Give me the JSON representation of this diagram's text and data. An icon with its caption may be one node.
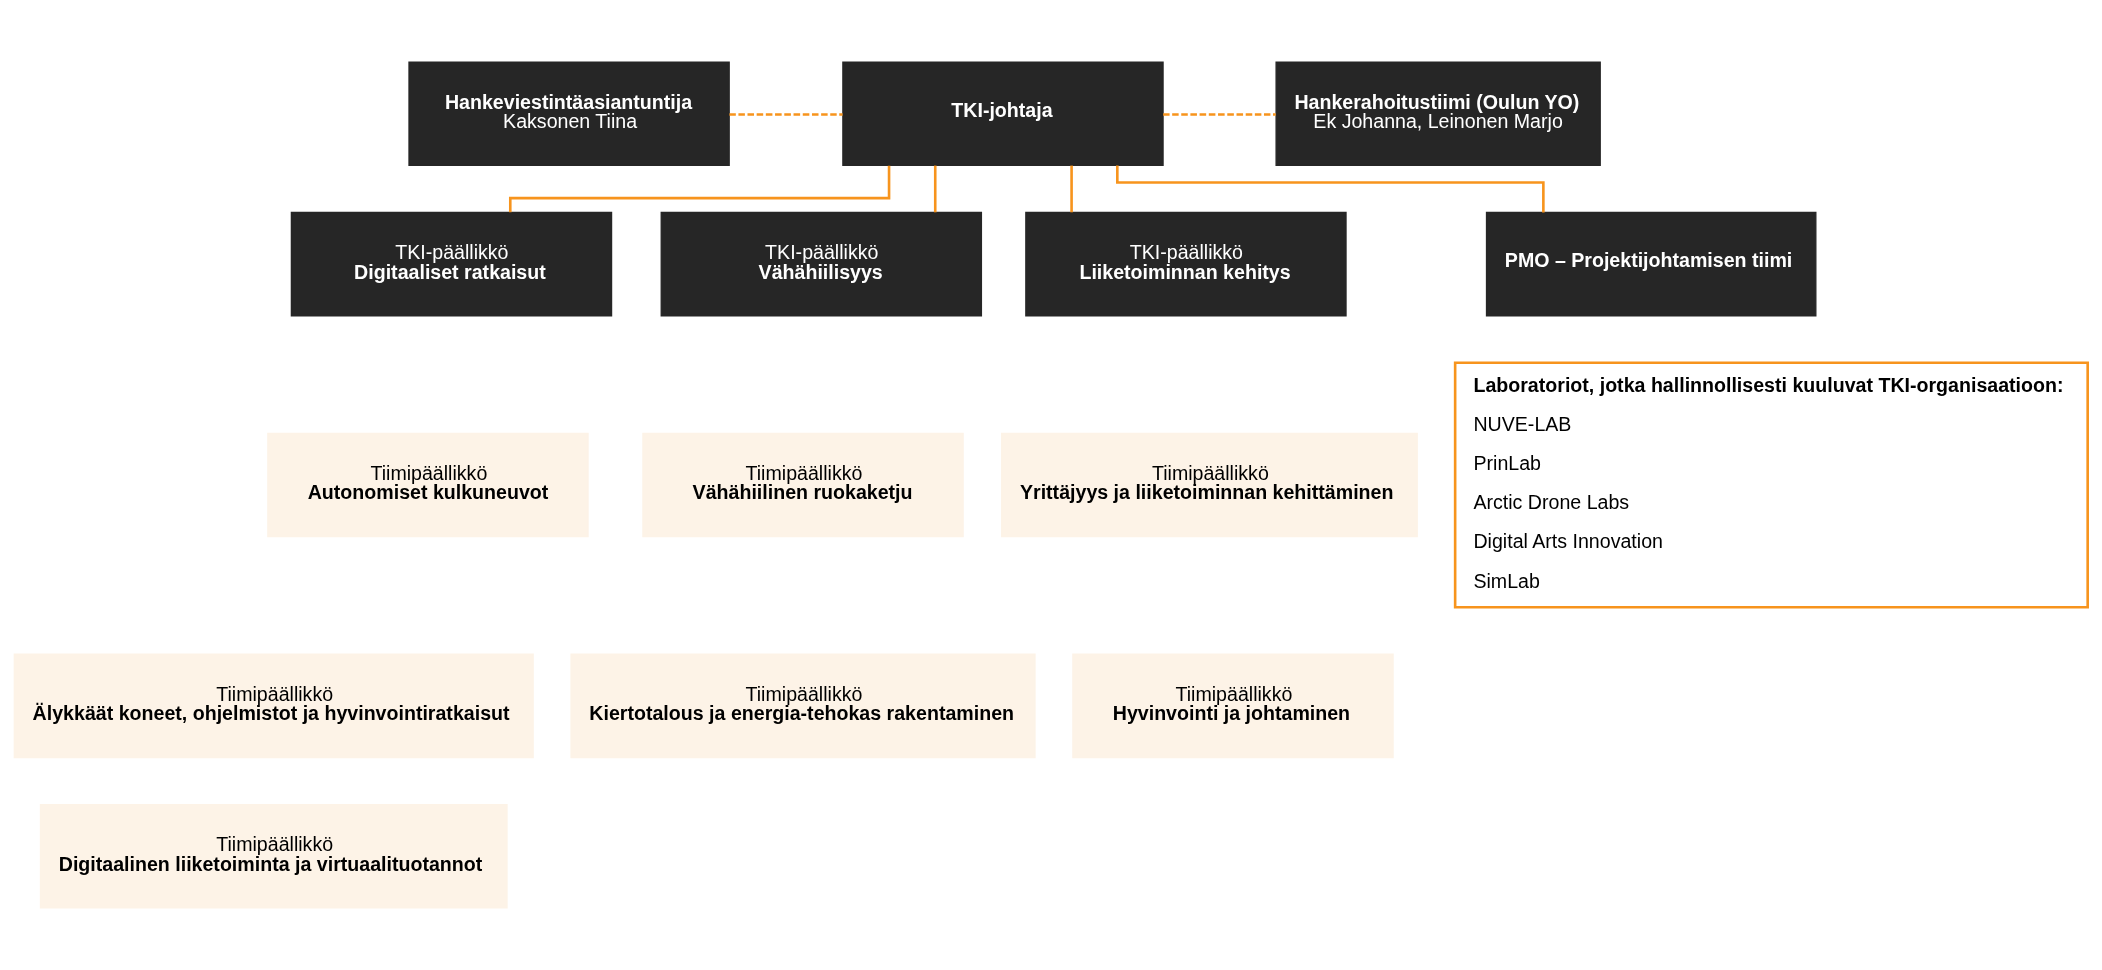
{
  "diagram": {
    "nodes": [
      {
        "text": [
          "Hankeviestintäasiantuntija",
          "Kaksonen Tiina"
        ]
      },
      {
        "text": [
          "TKI-johtaja"
        ]
      },
      {
        "text": [
          "Hankerahoitustiimi (Oulun YO)",
          "Ek Johanna, Leinonen Marjo"
        ]
      },
      {
        "text": [
          "TKI-päällikkö",
          "Digitaaliset ratkaisut"
        ]
      },
      {
        "text": [
          "TKI-päällikkö",
          "Vähähiilisyys"
        ]
      },
      {
        "text": [
          "TKI-päällikkö",
          "Liiketoiminnan kehitys"
        ]
      },
      {
        "text": [
          "PMO – Projektijohtamisen tiimi"
        ]
      },
      {
        "text": [
          "Tiimipäällikkö",
          "Autonomiset kulkuneuvot"
        ]
      },
      {
        "text": [
          "Tiimipäällikkö",
          "Älykkäät koneet, ohjelmistot ja hyvinvointiratkaisut"
        ]
      },
      {
        "text": [
          "Tiimipäällikkö",
          "Digitaalinen liiketoiminta ja virtuaalituotannot"
        ]
      },
      {
        "text": [
          "Tiimipäällikkö",
          "Vähähiilinen ruokaketju"
        ]
      },
      {
        "text": [
          "Tiimipäällikkö",
          "Kiertotalous ja energia-tehokas rakentaminen"
        ]
      },
      {
        "text": [
          "Tiimipäällikkö",
          "Yrittäjyys ja liiketoiminnan kehittäminen"
        ]
      },
      {
        "text": [
          "Tiimipäällikkö",
          "Hyvinvointi ja johtaminen"
        ]
      },
      {
        "text": [
          "Laboratoriot, jotka hallinnollisesti kuuluvat TKI-organisaatioon:",
          "NUVE-LAB",
          "PrinLab",
          "Arctic Drone Labs",
          "Digital Arts Innovation",
          "SimLab"
        ]
      }
    ],
    "edges": [
      {
        "from": 0,
        "to": 1,
        "arrow": "none",
        "style": "dashed"
      },
      {
        "from": 1,
        "to": 2,
        "arrow": "none",
        "style": "dashed"
      },
      {
        "from": 1,
        "to": 3,
        "arrow": "none"
      },
      {
        "from": 1,
        "to": 4,
        "arrow": "none"
      },
      {
        "from": 1,
        "to": 5,
        "arrow": "none"
      },
      {
        "from": 1,
        "to": 6,
        "arrow": "none"
      }
    ]
  }
}
